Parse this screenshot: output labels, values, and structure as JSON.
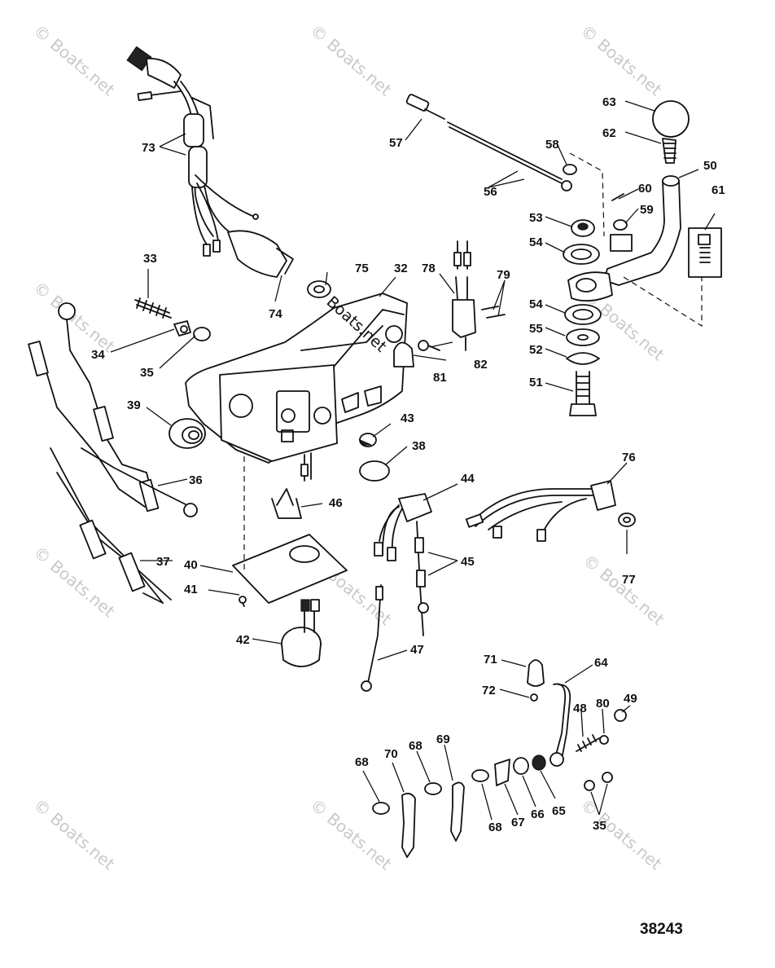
{
  "watermark": "© Boats.net",
  "center_label": "Boats.net",
  "drawing_number": "38243",
  "callouts": {
    "c73": "73",
    "c74": "74",
    "c75": "75",
    "c33": "33",
    "c34": "34",
    "c35a": "35",
    "c32": "32",
    "c39": "39",
    "c36": "36",
    "c37": "37",
    "c40": "40",
    "c41": "41",
    "c42": "42",
    "c43": "43",
    "c38": "38",
    "c44": "44",
    "c45": "45",
    "c46": "46",
    "c47": "47",
    "c57": "57",
    "c56": "56",
    "c58": "58",
    "c78": "78",
    "c79": "79",
    "c81": "81",
    "c82": "82",
    "c63": "63",
    "c62": "62",
    "c50": "50",
    "c60": "60",
    "c59": "59",
    "c61": "61",
    "c53": "53",
    "c54a": "54",
    "c54b": "54",
    "c55": "55",
    "c52": "52",
    "c51": "51",
    "c76": "76",
    "c77": "77",
    "c71": "71",
    "c64": "64",
    "c72": "72",
    "c48": "48",
    "c80": "80",
    "c49": "49",
    "c68a": "68",
    "c70": "70",
    "c68b": "68",
    "c69": "69",
    "c68c": "68",
    "c67": "67",
    "c66": "66",
    "c65": "65",
    "c35b": "35"
  }
}
